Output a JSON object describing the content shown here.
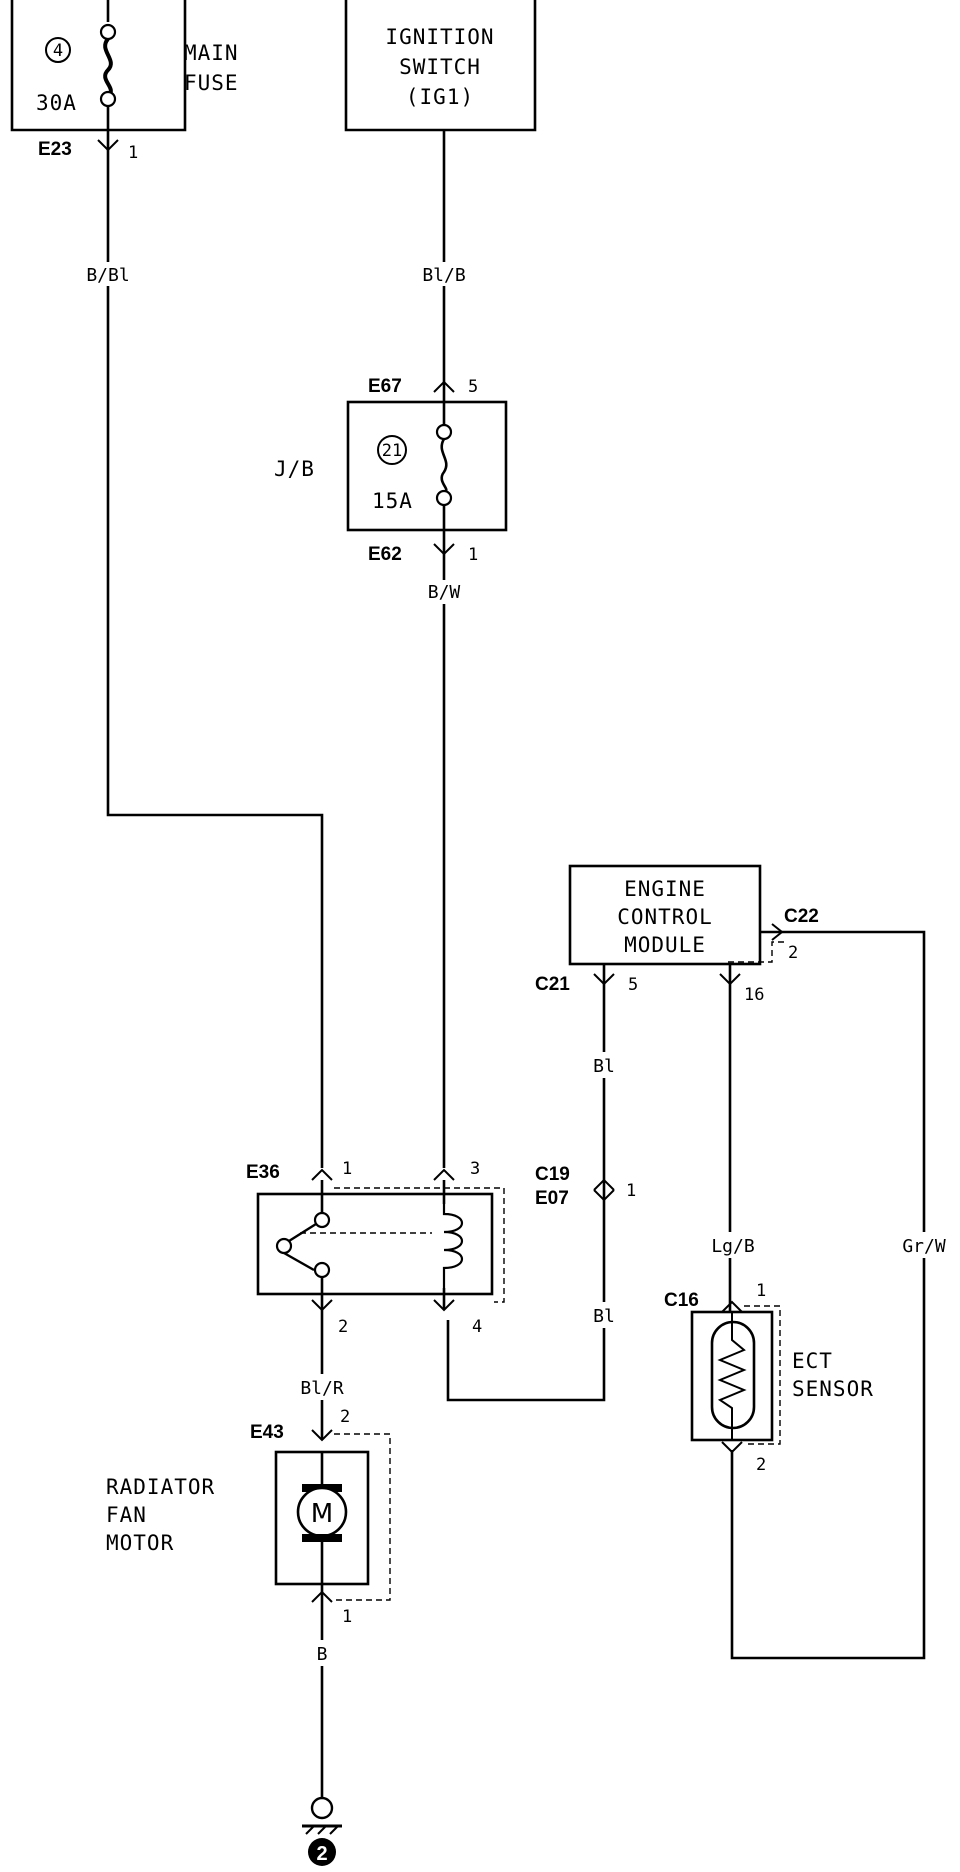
{
  "components": {
    "main_fuse": {
      "name_line1": "MAIN",
      "name_line2": "FUSE",
      "circle_no": "4",
      "rating": "30A"
    },
    "ignition_switch": {
      "line1": "IGNITION",
      "line2": "SWITCH",
      "line3": "(IG1)"
    },
    "junction_box": {
      "name": "J/B",
      "circle_no": "21",
      "rating": "15A"
    },
    "ecm": {
      "line1": "ENGINE",
      "line2": "CONTROL",
      "line3": "MODULE"
    },
    "fan_motor": {
      "line1": "RADIATOR",
      "line2": "FAN",
      "line3": "MOTOR",
      "symbol": "M"
    },
    "ect_sensor": {
      "line1": "ECT",
      "line2": "SENSOR"
    },
    "ground": {
      "number": "2"
    }
  },
  "connectors": {
    "e23": {
      "id": "E23",
      "pin": "1"
    },
    "e67": {
      "id": "E67",
      "pin": "5"
    },
    "e62": {
      "id": "E62",
      "pin": "1"
    },
    "c21": {
      "id": "C21",
      "pin": "5"
    },
    "ecm_pin16": {
      "pin": "16"
    },
    "c22": {
      "id": "C22",
      "pin": "2"
    },
    "c19_e07": {
      "id_top": "C19",
      "id_bottom": "E07",
      "pin": "1"
    },
    "e36": {
      "id": "E36",
      "pin1": "1",
      "pin3": "3",
      "pin2": "2",
      "pin4": "4"
    },
    "e43": {
      "id": "E43",
      "pin_top": "2",
      "pin_bottom": "1"
    },
    "c16": {
      "id": "C16",
      "pin_top": "1",
      "pin_bottom": "2"
    }
  },
  "wires": {
    "main_fuse_out": "B/Bl",
    "ign_out": "Bl/B",
    "jb_out": "B/W",
    "ecm_c21": "Bl",
    "relay_pin4": "Bl",
    "relay_to_fan": "Bl/R",
    "ect_signal": "Lg/B",
    "ect_return": "Gr/W",
    "ground_wire": "B"
  }
}
